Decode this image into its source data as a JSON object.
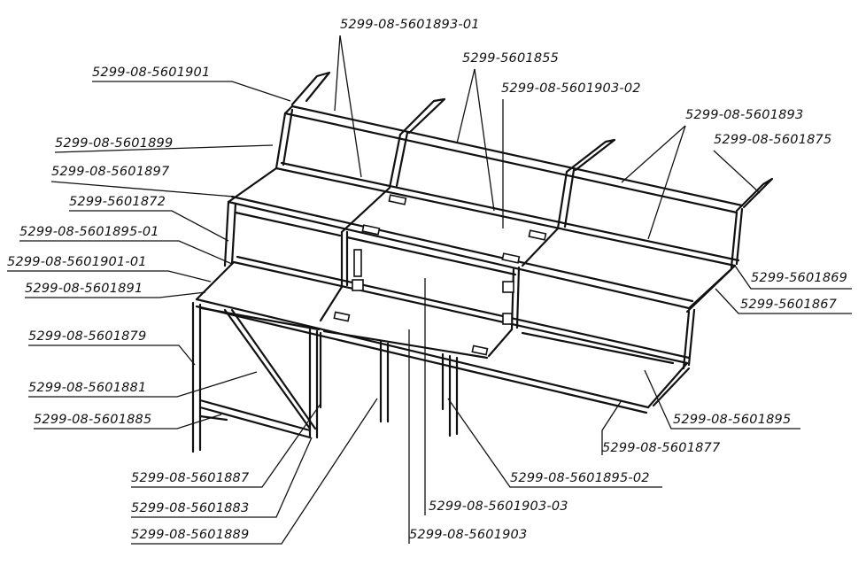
{
  "callouts": [
    "5299-08-5601893-01",
    "5299-5601855",
    "5299-08-5601903-02",
    "5299-08-5601901",
    "5299-08-5601893",
    "5299-08-5601875",
    "5299-08-5601899",
    "5299-08-5601897",
    "5299-5601872",
    "5299-08-5601895-01",
    "5299-08-5601901-01",
    "5299-08-5601891",
    "5299-5601869",
    "5299-5601867",
    "5299-08-5601879",
    "5299-08-5601881",
    "5299-08-5601885",
    "5299-08-5601895",
    "5299-08-5601877",
    "5299-08-5601895-02",
    "5299-08-5601887",
    "5299-08-5601883",
    "5299-08-5601903-03",
    "5299-08-5601889",
    "5299-08-5601903"
  ]
}
